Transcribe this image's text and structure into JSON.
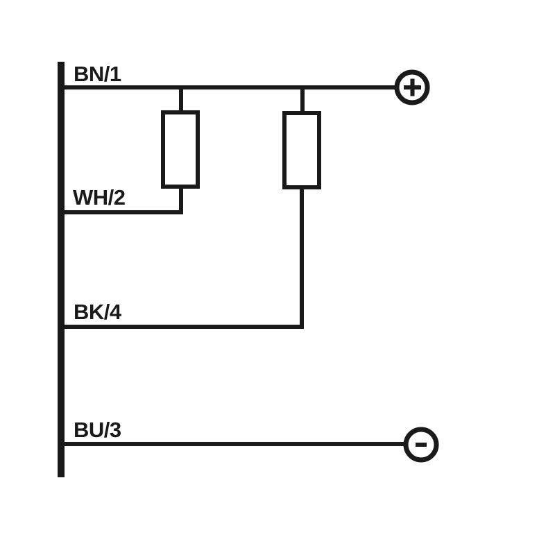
{
  "diagram": {
    "background": "#ffffff",
    "line_color": "#1a1a1a",
    "wires": [
      {
        "label": "BN/1"
      },
      {
        "label": "WH/2"
      },
      {
        "label": "BK/4"
      },
      {
        "label": "BU/3"
      }
    ],
    "terminals": {
      "positive": {
        "symbol": "+"
      },
      "negative": {
        "symbol": "-"
      }
    }
  }
}
